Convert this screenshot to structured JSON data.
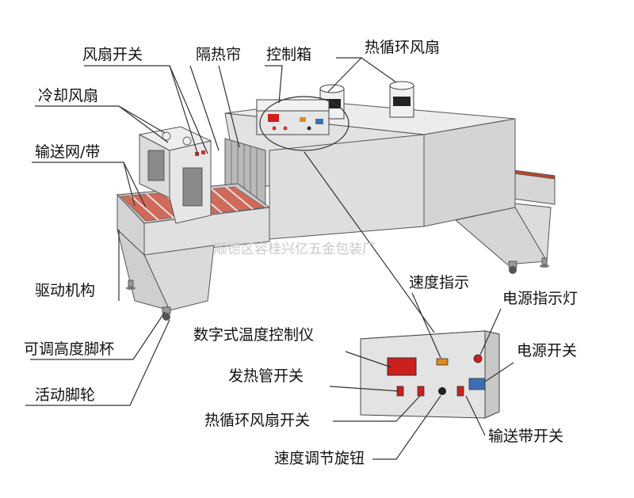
{
  "labels": {
    "fan_switch": "风扇开关",
    "heat_curtain": "隔热帘",
    "control_box": "控制箱",
    "circulation_fan": "热循环风扇",
    "cooling_fan": "冷却风扇",
    "conveyor_belt": "输送网/带",
    "drive_mechanism": "驱动机构",
    "adjustable_foot": "可调高度脚杯",
    "caster": "活动脚轮",
    "speed_indicator": "速度指示",
    "power_indicator": "电源指示灯",
    "temp_controller": "数字式温度控制仪",
    "power_switch": "电源开关",
    "heater_switch": "发热管开关",
    "circ_fan_switch": "热循环风扇开关",
    "conveyor_switch": "输送带开关",
    "speed_knob": "速度调节旋钮"
  },
  "watermark": "顺德区容桂兴亿五金包装厂",
  "colors": {
    "body": "#e4e4e4",
    "body_dark": "#cfcfcf",
    "outline": "#555555",
    "belt_red": "#c0392b",
    "display_red": "#cc1f1f",
    "indicator_orange": "#e08a1e",
    "switch_blue": "#3a6fb5"
  }
}
